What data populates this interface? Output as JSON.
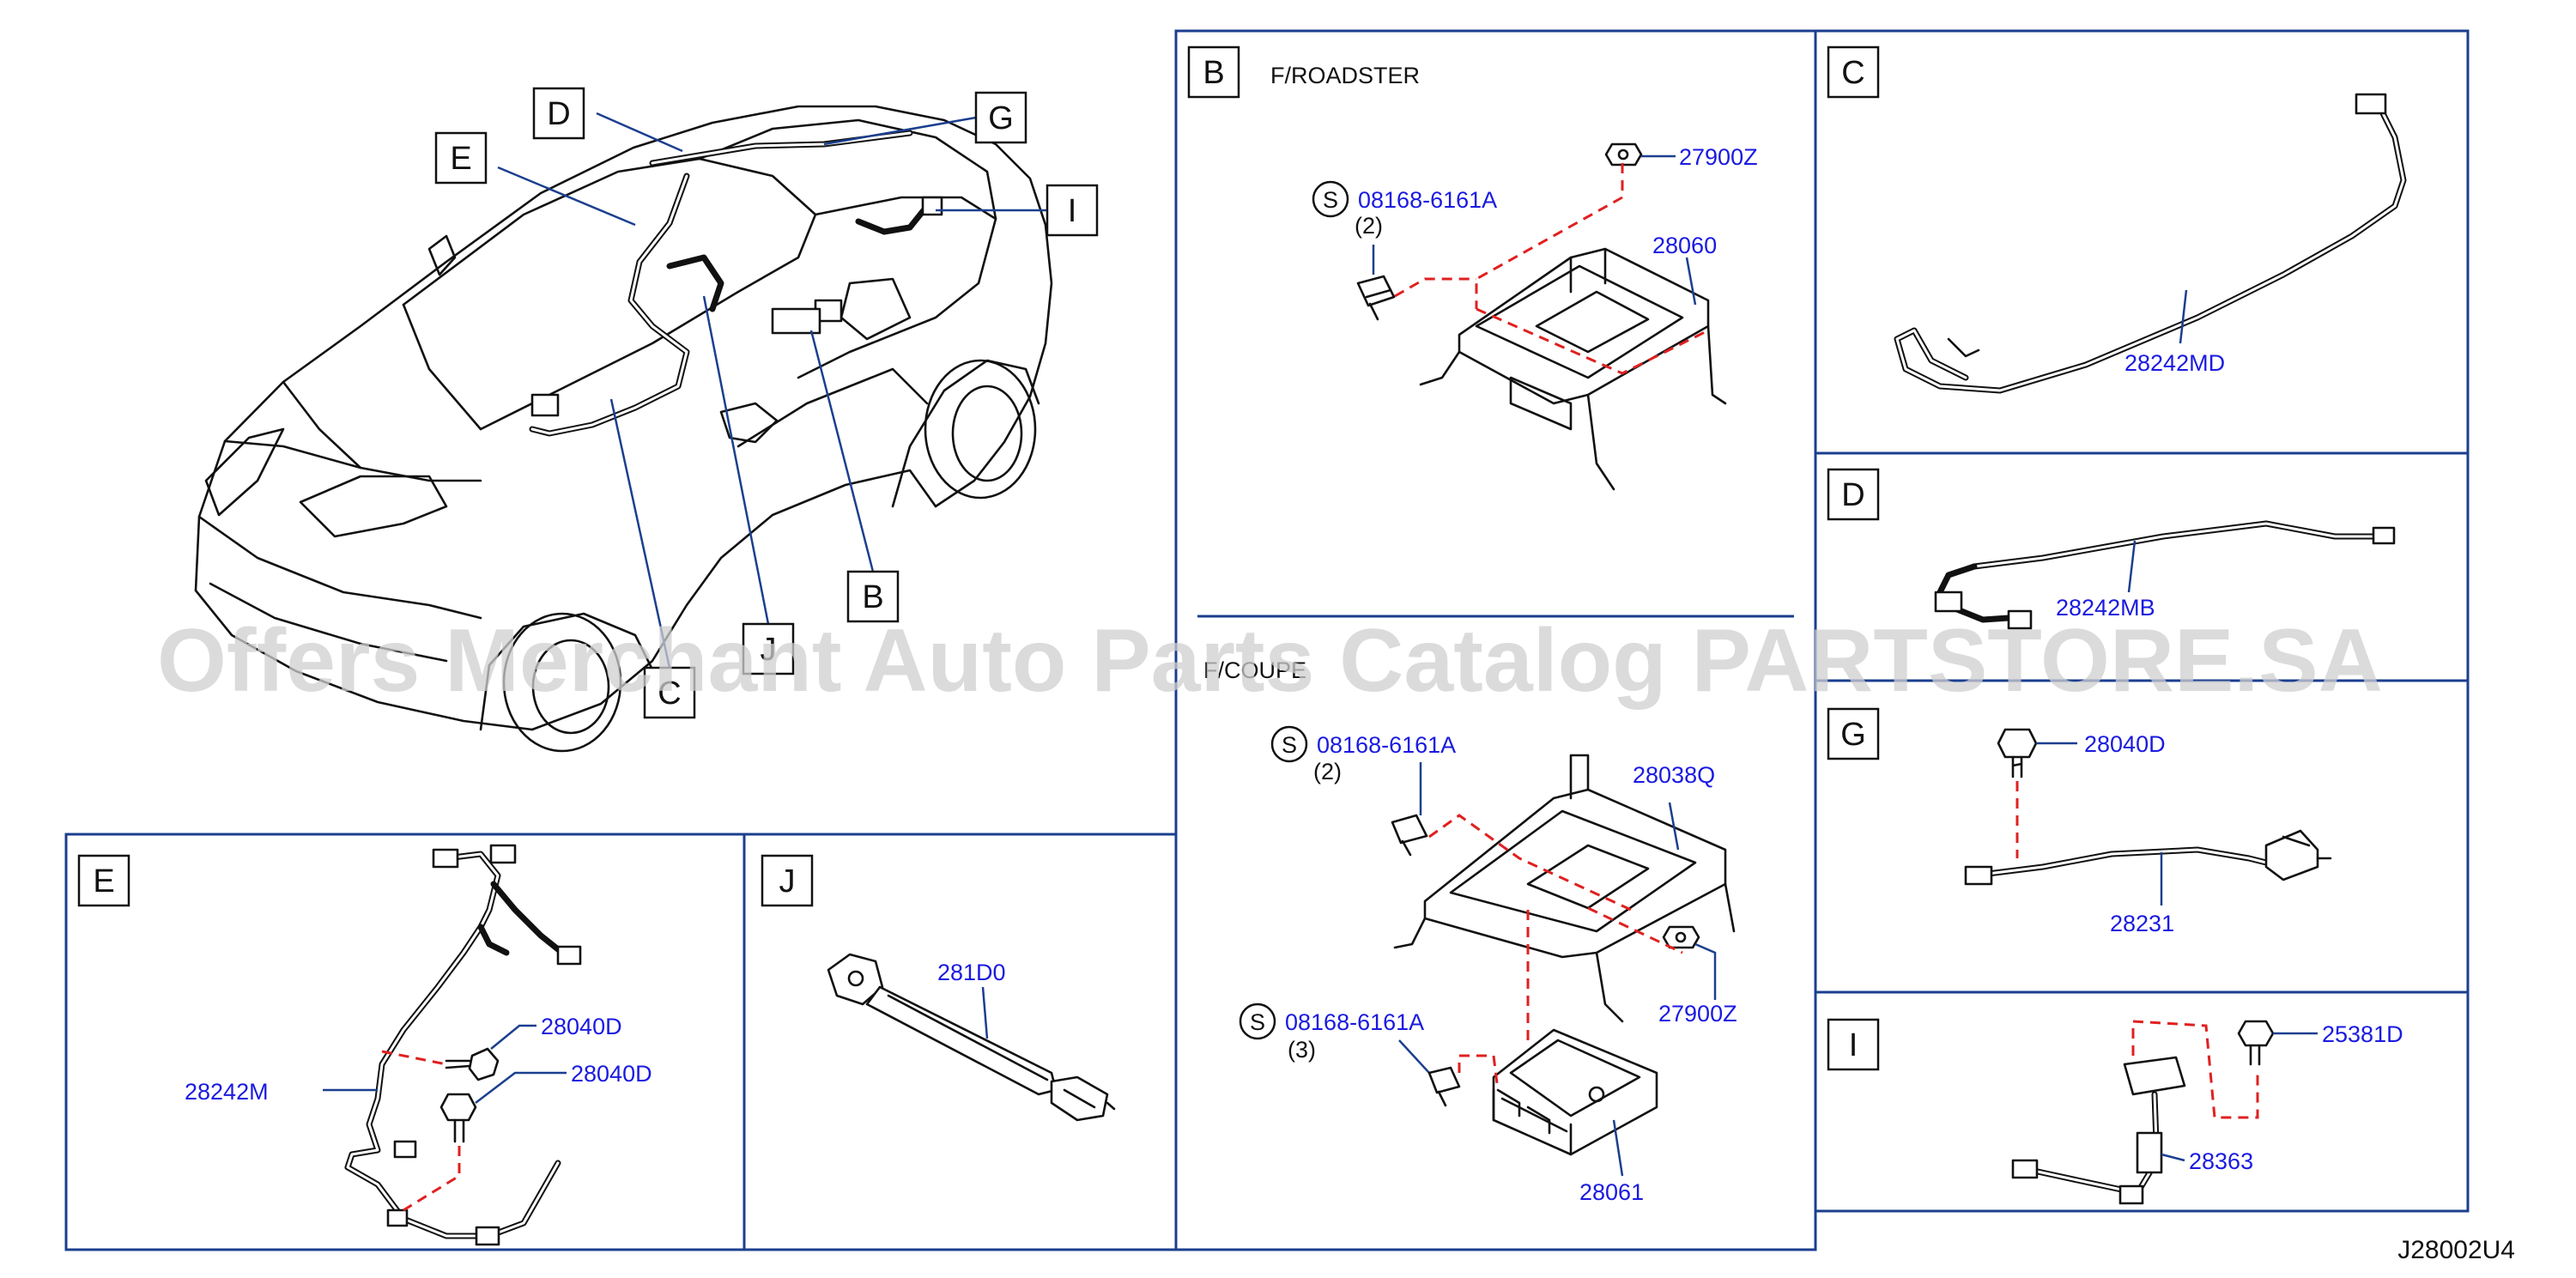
{
  "diagram": {
    "code": "J28002U4",
    "watermark": "Offers Merchant Auto Parts Catalog PARTSTORE.SA",
    "overview_labels": {
      "d": "D",
      "e": "E",
      "g": "G",
      "i": "I",
      "b": "B",
      "j": "J",
      "c": "C"
    },
    "panels": {
      "b": {
        "label": "B",
        "roadster_caption": "F/ROADSTER",
        "coupe_caption": "F/COUPE",
        "roadster": {
          "screw_symbol": "S",
          "screw_part": "08168-6161A",
          "screw_qty": "(2)",
          "nut_part": "27900Z",
          "bracket_part": "28060"
        },
        "coupe": {
          "screw1_symbol": "S",
          "screw1_part": "08168-6161A",
          "screw1_qty": "(2)",
          "bracket_part": "28038Q",
          "nut_part": "27900Z",
          "screw2_symbol": "S",
          "screw2_part": "08168-6161A",
          "screw2_qty": "(3)",
          "unit_part": "28061"
        }
      },
      "c": {
        "label": "C",
        "part": "28242MD"
      },
      "d": {
        "label": "D",
        "part": "28242MB"
      },
      "g": {
        "label": "G",
        "bolt_part": "28040D",
        "harness_part": "28231"
      },
      "i": {
        "label": "I",
        "bolt_part": "25381D",
        "harness_part": "28363"
      },
      "e": {
        "label": "E",
        "harness_part": "28242M",
        "bolt1_part": "28040D",
        "bolt2_part": "28040D"
      },
      "j": {
        "label": "J",
        "part": "281D0"
      }
    }
  }
}
